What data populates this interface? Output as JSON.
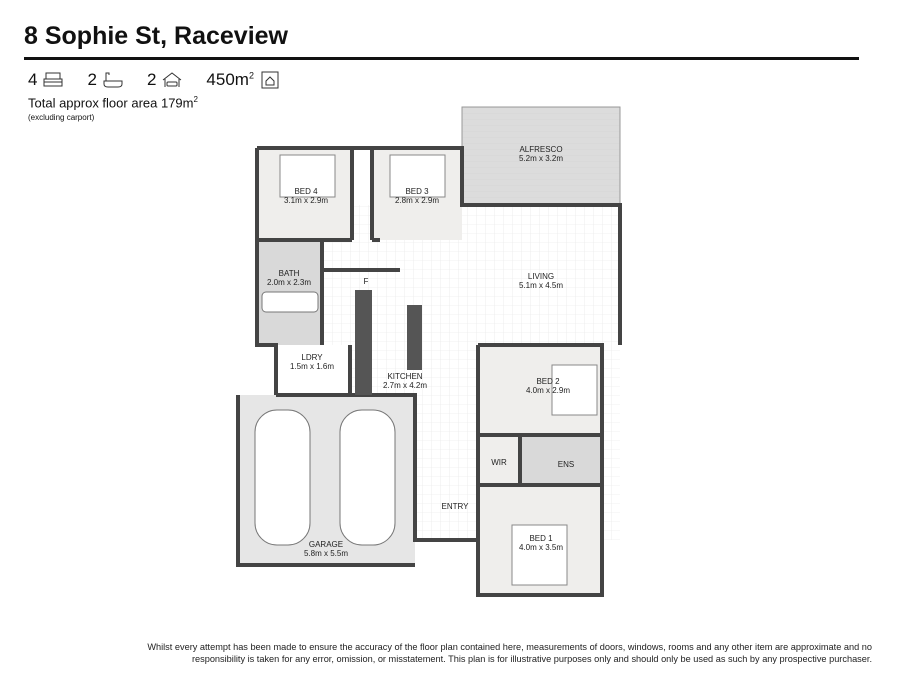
{
  "header": {
    "title": "8 Sophie St, Raceview"
  },
  "stats": {
    "bedrooms": "4",
    "bathrooms": "2",
    "car_spaces": "2",
    "land_size": "450m",
    "land_unit_sup": "2"
  },
  "floor_area": {
    "label": "Total approx floor area 179m",
    "sup": "2",
    "note": "(excluding carport)"
  },
  "rooms": {
    "alfresco": {
      "name": "ALFRESCO",
      "size": "5.2m x 3.2m"
    },
    "bed4": {
      "name": "BED 4",
      "size": "3.1m x 2.9m"
    },
    "bed3": {
      "name": "BED 3",
      "size": "2.8m x 2.9m"
    },
    "bath": {
      "name": "BATH",
      "size": "2.0m x 2.3m"
    },
    "living": {
      "name": "LIVING",
      "size": "5.1m x 4.5m"
    },
    "fridge": {
      "name": "F"
    },
    "ldry": {
      "name": "LDRY",
      "size": "1.5m x 1.6m"
    },
    "kitchen": {
      "name": "KITCHEN",
      "size": "2.7m x 4.2m"
    },
    "bed2": {
      "name": "BED 2",
      "size": "4.0m x 2.9m"
    },
    "wir": {
      "name": "WIR"
    },
    "ens": {
      "name": "ENS"
    },
    "entry": {
      "name": "ENTRY"
    },
    "garage": {
      "name": "GARAGE",
      "size": "5.8m x 5.5m"
    },
    "bed1": {
      "name": "BED 1",
      "size": "4.0m x 3.5m"
    }
  },
  "disclaimer": "Whilst every attempt has been made to ensure the accuracy of the floor plan contained here, measurements of doors, windows, rooms and any other item are approximate and no responsibility is taken for any error, omission, or misstatement. This plan is for illustrative purposes only and should only be used as such by any prospective purchaser."
}
